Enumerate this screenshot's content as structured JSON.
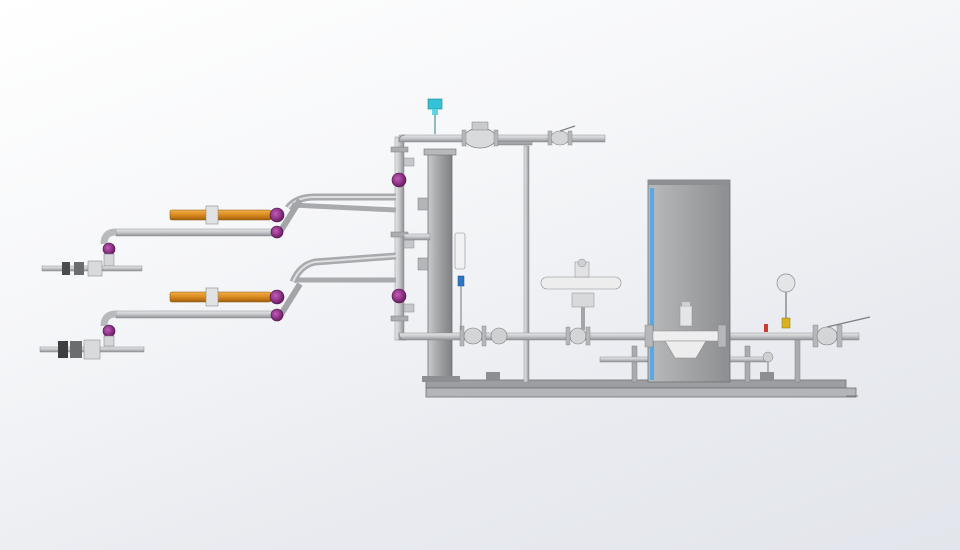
{
  "scene": {
    "background_top": "#ffffff",
    "background_bottom": "#e2e5eb",
    "colors": {
      "pipe": "#bfc1c4",
      "pipe_edge": "#8a8c8f",
      "frame": "#9c9ea1",
      "frame_dark": "#6f7174",
      "cabinet": "#a3a4a6",
      "arm_orange": "#d98a1e",
      "swivel_purple": "#8e2a86",
      "transmitter_cyan": "#34c2d6",
      "cabinet_stripe": "#5aa9e6",
      "gauge_red": "#d23a2a",
      "valve_yellow": "#d8b21e"
    },
    "components": [
      {
        "name": "loading-arm-upper",
        "kind": "loading-arm"
      },
      {
        "name": "loading-arm-lower",
        "kind": "loading-arm"
      },
      {
        "name": "vertical-riser",
        "kind": "pipe"
      },
      {
        "name": "vapor-return-line",
        "kind": "pipe"
      },
      {
        "name": "product-line",
        "kind": "pipe"
      },
      {
        "name": "support-column",
        "kind": "structure"
      },
      {
        "name": "skid-base-frame",
        "kind": "structure"
      },
      {
        "name": "control-cabinet",
        "kind": "enclosure"
      },
      {
        "name": "temperature-transmitter",
        "kind": "instrument"
      },
      {
        "name": "strainer-filter",
        "kind": "equipment"
      },
      {
        "name": "mass-flow-meter",
        "kind": "instrument"
      },
      {
        "name": "pressure-gauge",
        "kind": "instrument"
      },
      {
        "name": "ball-valve",
        "kind": "valve"
      },
      {
        "name": "check-valve",
        "kind": "valve"
      }
    ]
  }
}
